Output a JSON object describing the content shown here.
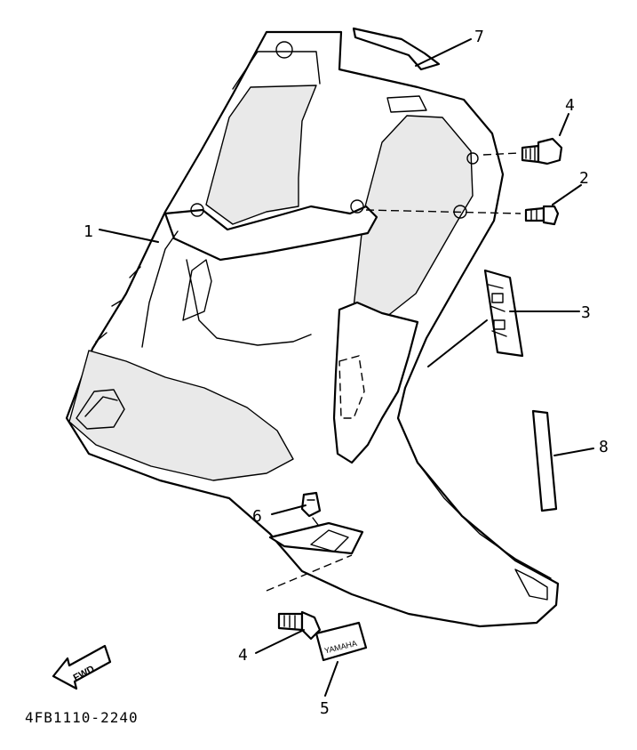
{
  "callouts": {
    "c1": "1",
    "c2": "2",
    "c3": "3",
    "c4a": "4",
    "c4b": "4",
    "c5": "5",
    "c6": "6",
    "c7": "7",
    "c8": "8"
  },
  "fwd_label": "FWD",
  "emblem_text": "YAMAHA",
  "drawing_code": "4FB1110-2240"
}
